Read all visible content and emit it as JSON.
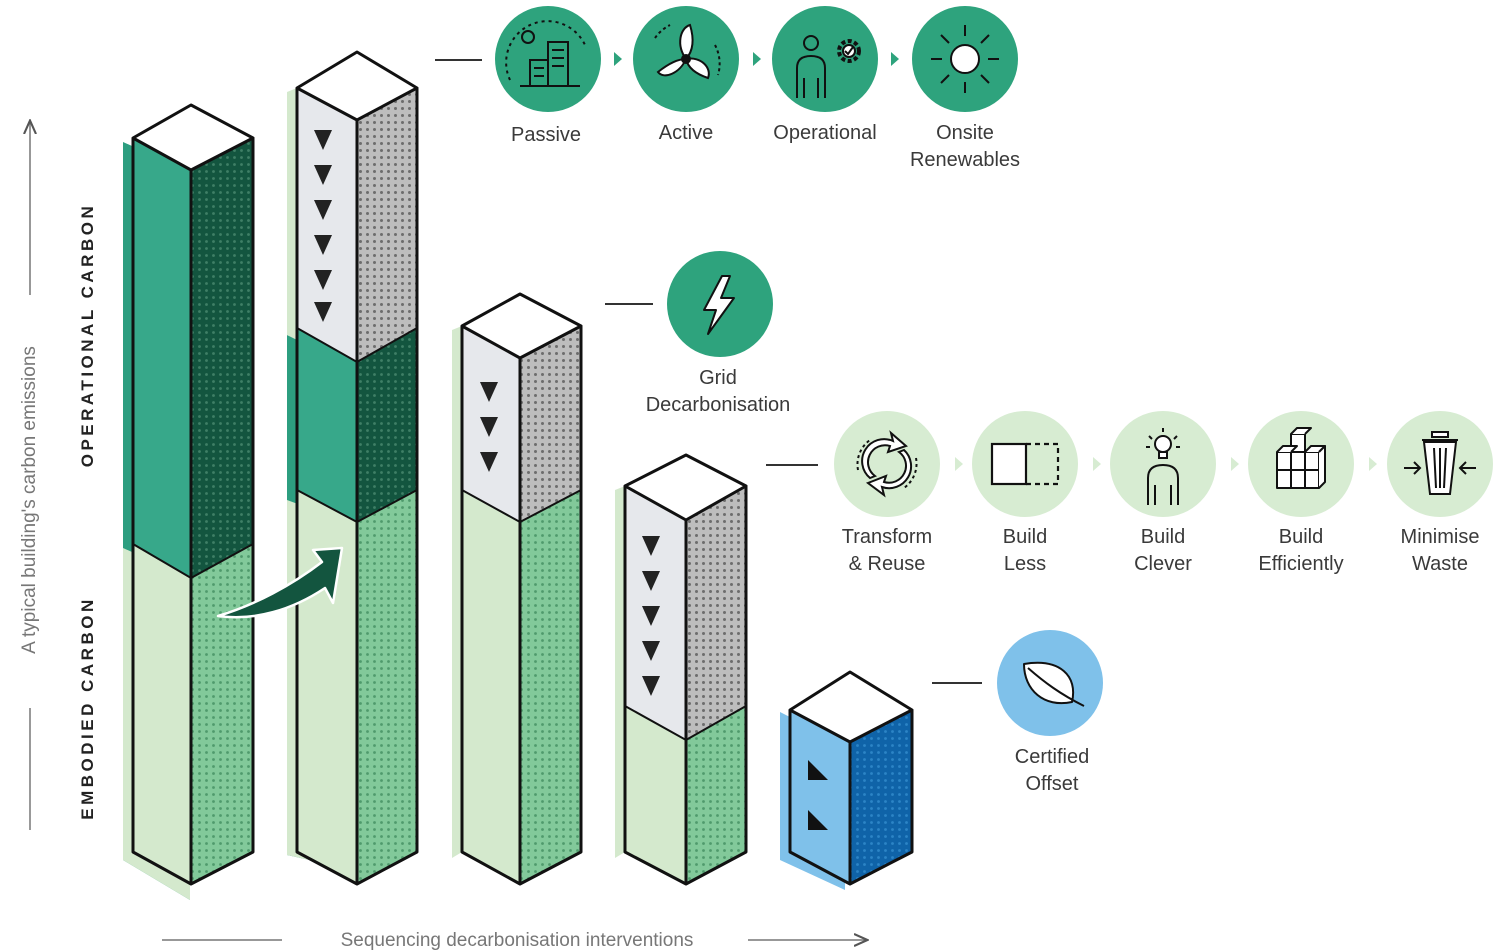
{
  "axes": {
    "y_label": "A typical building's carbon emissions",
    "x_label": "Sequencing decarbonisation interventions"
  },
  "sections": {
    "operational": "OPERATIONAL CARBON",
    "embodied": "EMBODIED CARBON"
  },
  "operational_interventions": [
    {
      "label": "Passive",
      "icon": "passive-building-icon"
    },
    {
      "label": "Active",
      "icon": "fan-turbine-icon"
    },
    {
      "label": "Operational",
      "icon": "operator-gear-icon"
    },
    {
      "label": "Onsite",
      "label2": "Renewables",
      "icon": "sun-icon"
    }
  ],
  "grid": {
    "label": "Grid",
    "label2": "Decarbonisation",
    "icon": "lightning-bolt-icon"
  },
  "embodied_interventions": [
    {
      "label": "Transform",
      "label2": "& Reuse",
      "icon": "recycle-arrows-icon"
    },
    {
      "label": "Build",
      "label2": "Less",
      "icon": "reduced-volume-icon"
    },
    {
      "label": "Build",
      "label2": "Clever",
      "icon": "lightbulb-person-icon"
    },
    {
      "label": "Build",
      "label2": "Efficiently",
      "icon": "stacked-blocks-icon"
    },
    {
      "label": "Minimise",
      "label2": "Waste",
      "icon": "compressed-bin-icon"
    }
  ],
  "offset": {
    "label": "Certified",
    "label2": "Offset",
    "icon": "leaf-icon"
  },
  "colors": {
    "green_dark": "#13553f",
    "green_mid": "#2d9e80",
    "green_light": "#d4e9cd",
    "green_side": "#7fcb98",
    "icon_green": "#2ea37d",
    "icon_pale": "#d7ecd2",
    "blue_light": "#7fc1ea",
    "blue_dark": "#0f63a8",
    "grey_face": "#e6e8ec",
    "ink": "#111111"
  }
}
